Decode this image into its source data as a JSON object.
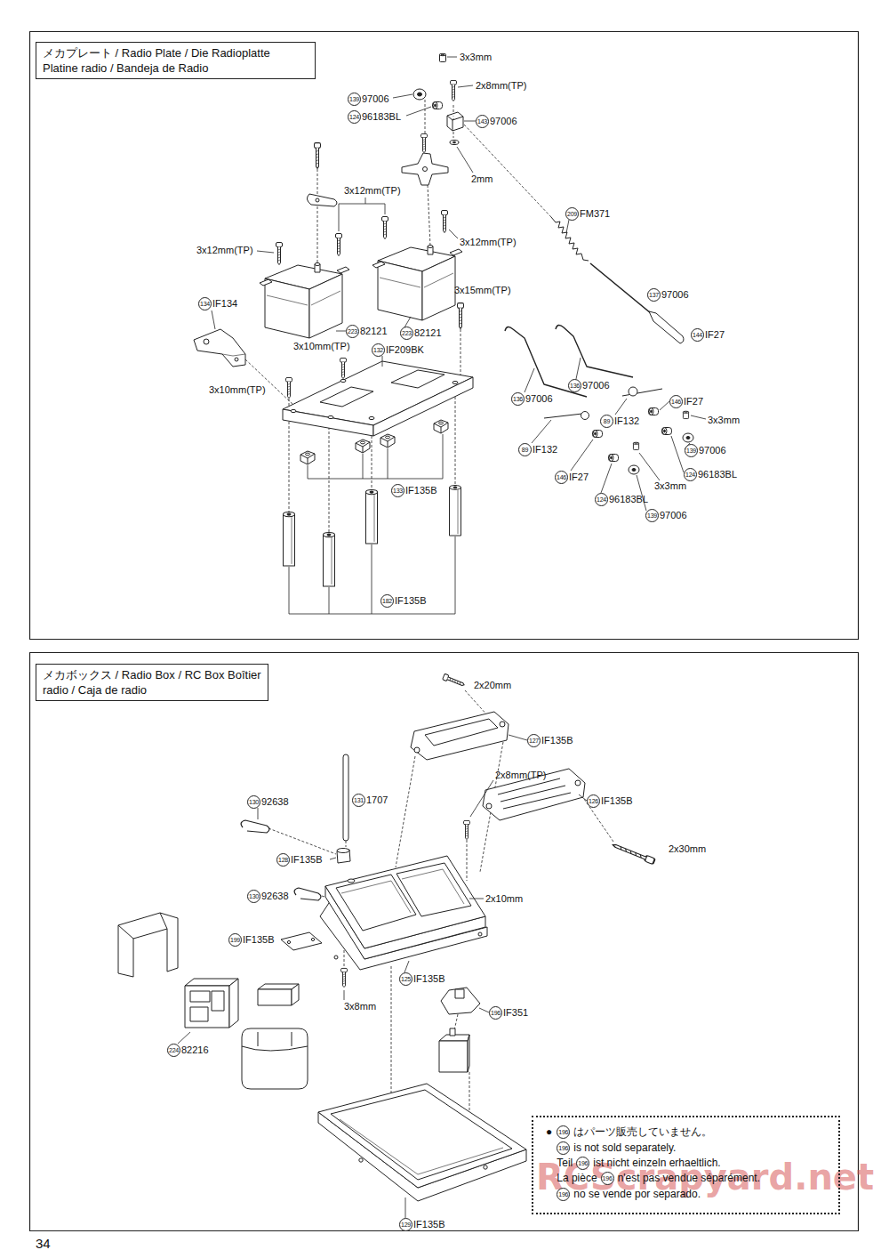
{
  "diagram": {
    "nodes": [
      {
        "text": [
          "メカプレート / Radio Plate / Die Radioplatte Platine radio / Bandeja de Radio"
        ]
      },
      {
        "text": [
          "メカボックス / Radio Box / RC Box Boîtier radio / Caja de radio"
        ]
      },
      {
        "text": [
          "●",
          "196",
          "はパーツ販売していません。",
          "196",
          "is not sold separately.",
          "Teil",
          "196",
          "ist nicht einzeln erhaeltlich.",
          "La pièce",
          "196",
          "n'est pas vendue séparément.",
          "196",
          "no se vende por separado."
        ]
      }
    ],
    "labels": [
      "3x3mm",
      "139",
      "97006",
      "2x8mm(TP)",
      "124",
      "96183BL",
      "143",
      "97006",
      "2mm",
      "3x12mm(TP)",
      "209",
      "FM371",
      "3x12mm(TP)",
      "3x12mm(TP)",
      "3x15mm(TP)",
      "137",
      "97006",
      "134",
      "IF134",
      "223",
      "82121",
      "223",
      "82121",
      "144",
      "IF27",
      "3x10mm(TP)",
      "132",
      "IF209BK",
      "3x10mm(TP)",
      "136",
      "97006",
      "136",
      "97006",
      "146",
      "IF27",
      "89",
      "IF132",
      "3x3mm",
      "89",
      "IF132",
      "139",
      "97006",
      "146",
      "IF27",
      "124",
      "96183BL",
      "3x3mm",
      "124",
      "96183BL",
      "139",
      "97006",
      "133",
      "IF135B",
      "182",
      "IF135B",
      "2x20mm",
      "127",
      "IF135B",
      "131",
      "1707",
      "2x8mm(TP)",
      "130",
      "92638",
      "126",
      "IF135B",
      "2x30mm",
      "128",
      "IF135B",
      "130",
      "92638",
      "2x10mm",
      "199",
      "IF135B",
      "125",
      "IF135B",
      "3x8mm",
      "196",
      "IF351",
      "224",
      "82216",
      "129",
      "IF135B",
      "34",
      "RCScrapyard.net"
    ]
  }
}
